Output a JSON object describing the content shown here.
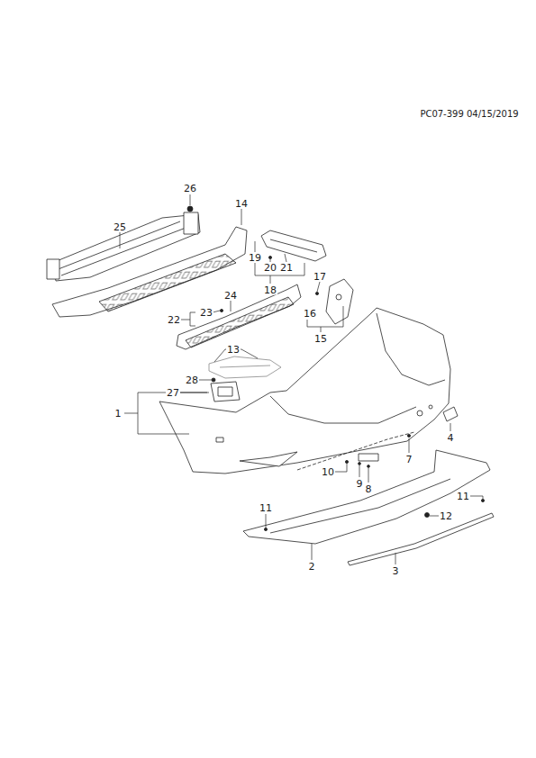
{
  "diagram": {
    "labels": [
      "PC07-399 04/15/2019",
      "26",
      "14",
      "25",
      "19",
      "20",
      "21",
      "18",
      "17",
      "24",
      "23",
      "22",
      "16",
      "15",
      "13",
      "28",
      "27",
      "1",
      "4",
      "7",
      "10",
      "9",
      "8",
      "11",
      "11",
      "12",
      "2",
      "3"
    ]
  }
}
